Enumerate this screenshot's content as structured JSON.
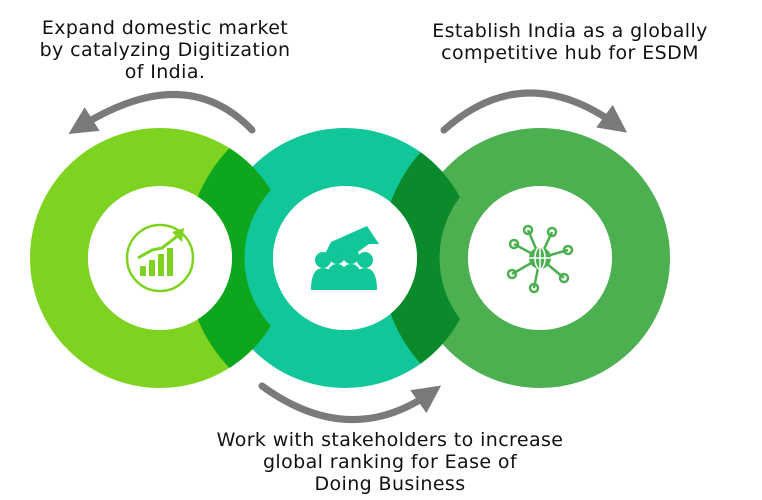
{
  "captions": {
    "top_left": [
      "Expand domestic market",
      "by catalyzing Digitization",
      "of India."
    ],
    "top_right": [
      "Establish India as a globally",
      "competitive hub for ESDM"
    ],
    "bottom": [
      "Work with stakeholders to increase",
      "global ranking for Ease of",
      "Doing Business"
    ]
  },
  "rings": [
    {
      "name": "left-ring",
      "color": "#7ed321",
      "icon": "growth-chart-icon"
    },
    {
      "name": "middle-ring",
      "color": "#11c79a",
      "icon": "people-arrow-icon"
    },
    {
      "name": "right-ring",
      "color": "#4caf50",
      "icon": "network-globe-icon"
    }
  ],
  "overlap_color": "#0ea61c",
  "overlap_dark_color": "#0b8a2c",
  "arrow_color": "#7a7a7a"
}
